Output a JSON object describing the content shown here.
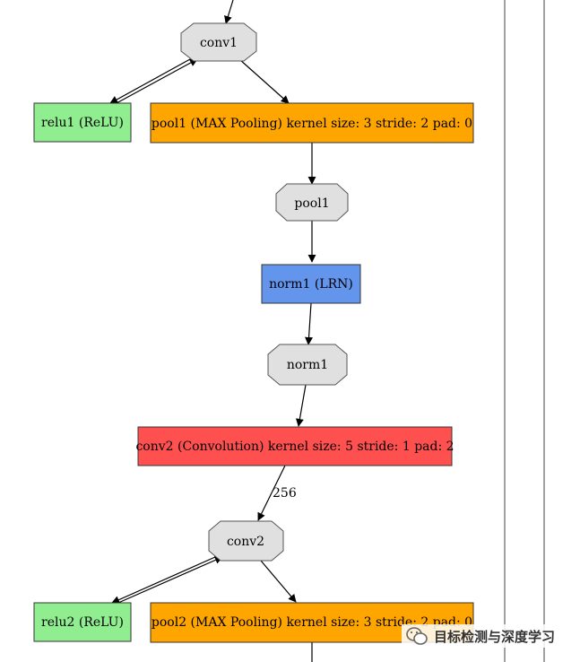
{
  "nodes": {
    "conv1_blob": {
      "label": "conv1",
      "color": "#e0e0e0",
      "shape": "octagon"
    },
    "relu1": {
      "label": "relu1 (ReLU)",
      "color": "#90ee90"
    },
    "pool1_layer": {
      "label": "pool1 (MAX Pooling) kernel size: 3 stride: 2 pad: 0",
      "color": "#ffa500"
    },
    "pool1_blob": {
      "label": "pool1",
      "color": "#e0e0e0",
      "shape": "octagon"
    },
    "norm1_layer": {
      "label": "norm1 (LRN)",
      "color": "#6495ed"
    },
    "norm1_blob": {
      "label": "norm1",
      "color": "#e0e0e0",
      "shape": "octagon"
    },
    "conv2_layer": {
      "label": "conv2 (Convolution) kernel size: 5 stride: 1 pad: 2",
      "color": "#ff5050"
    },
    "conv2_blob": {
      "label": "conv2",
      "color": "#e0e0e0",
      "shape": "octagon"
    },
    "relu2": {
      "label": "relu2 (ReLU)",
      "color": "#90ee90"
    },
    "pool2_layer": {
      "label": "pool2 (MAX Pooling) kernel size: 3 stride: 2 pad: 0",
      "color": "#ffa500"
    }
  },
  "edge_labels": {
    "conv2_out": "256"
  },
  "watermark": {
    "text": "目标检测与深度学习",
    "icon": "wechat-icon"
  }
}
